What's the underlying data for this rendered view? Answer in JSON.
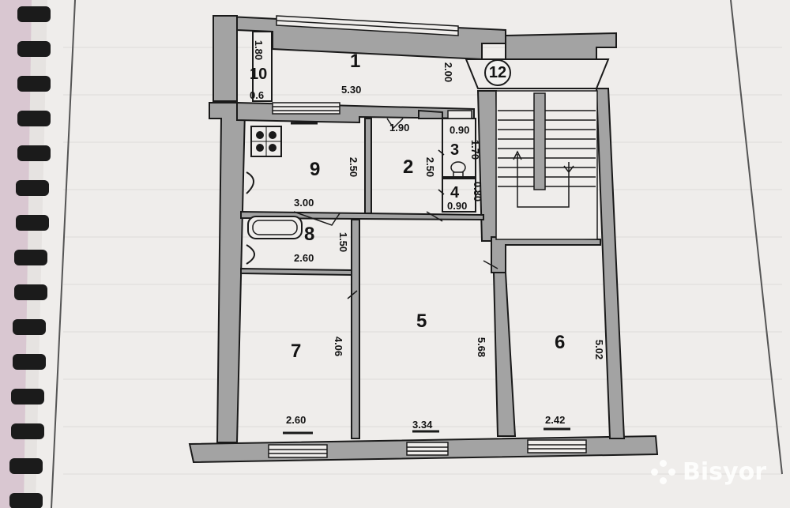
{
  "rooms": {
    "r1": "1",
    "r2": "2",
    "r3": "3",
    "r4": "4",
    "r5": "5",
    "r6": "6",
    "r7": "7",
    "r8": "8",
    "r9": "9",
    "r10": "10",
    "r12": "12"
  },
  "dims": {
    "d1_80": "1.80",
    "d0_6": "0.6",
    "d5_30": "5.30",
    "d2_00": "2.00",
    "d1_90": "1.90",
    "d0_90a": "0.90",
    "d1_70": "1.70",
    "d2_50a": "2.50",
    "d2_50b": "2.50",
    "d0_80": "0.80",
    "d0_90b": "0.90",
    "d3_00": "3.00",
    "d1_50": "1.50",
    "d2_60a": "2.60",
    "d4_06": "4.06",
    "d5_68": "5.68",
    "d5_02": "5.02",
    "d2_60b": "2.60",
    "d3_34": "3.34",
    "d2_42": "2.42"
  },
  "watermark": {
    "text": "Bisyor"
  },
  "colors": {
    "wall": "#a3a3a3",
    "line": "#1a1a1a",
    "paper": "#efedeb",
    "binder": "#1b1b1b"
  }
}
